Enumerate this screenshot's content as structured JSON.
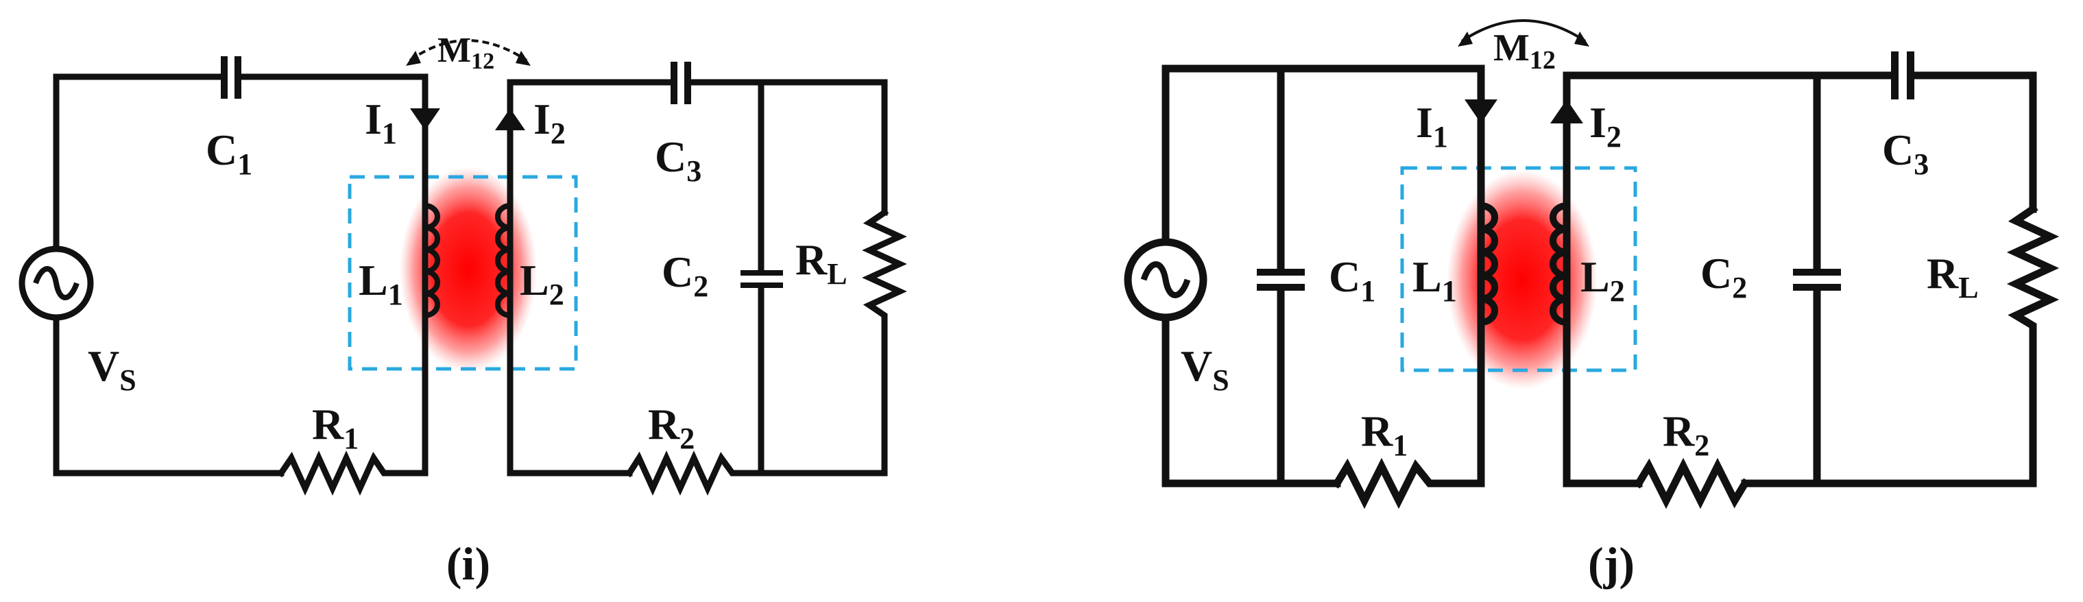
{
  "colors": {
    "wire": "#111111",
    "glow": "#ff1a1a",
    "box": "#29a8e0",
    "background": "#ffffff"
  },
  "icons": {
    "source": "ac-source-icon",
    "inductor": "inductor-coil-icon",
    "capacitor": "capacitor-icon",
    "resistor": "resistor-icon",
    "arrow": "current-arrow-icon"
  },
  "diagram_i": {
    "caption": "(i)",
    "source": {
      "main": "V",
      "sub": "S"
    },
    "mutual": {
      "main": "M",
      "sub": "12"
    },
    "i1": {
      "main": "I",
      "sub": "1"
    },
    "i2": {
      "main": "I",
      "sub": "2"
    },
    "c1": {
      "main": "C",
      "sub": "1"
    },
    "c2": {
      "main": "C",
      "sub": "2"
    },
    "c3": {
      "main": "C",
      "sub": "3"
    },
    "l1": {
      "main": "L",
      "sub": "1"
    },
    "l2": {
      "main": "L",
      "sub": "2"
    },
    "r1": {
      "main": "R",
      "sub": "1"
    },
    "r2": {
      "main": "R",
      "sub": "2"
    },
    "rl": {
      "main": "R",
      "sub": "L"
    }
  },
  "diagram_j": {
    "caption": "(j)",
    "source": {
      "main": "V",
      "sub": "S"
    },
    "mutual": {
      "main": "M",
      "sub": "12"
    },
    "i1": {
      "main": "I",
      "sub": "1"
    },
    "i2": {
      "main": "I",
      "sub": "2"
    },
    "c1": {
      "main": "C",
      "sub": "1"
    },
    "c2": {
      "main": "C",
      "sub": "2"
    },
    "c3": {
      "main": "C",
      "sub": "3"
    },
    "l1": {
      "main": "L",
      "sub": "1"
    },
    "l2": {
      "main": "L",
      "sub": "2"
    },
    "r1": {
      "main": "R",
      "sub": "1"
    },
    "r2": {
      "main": "R",
      "sub": "2"
    },
    "rl": {
      "main": "R",
      "sub": "L"
    }
  }
}
